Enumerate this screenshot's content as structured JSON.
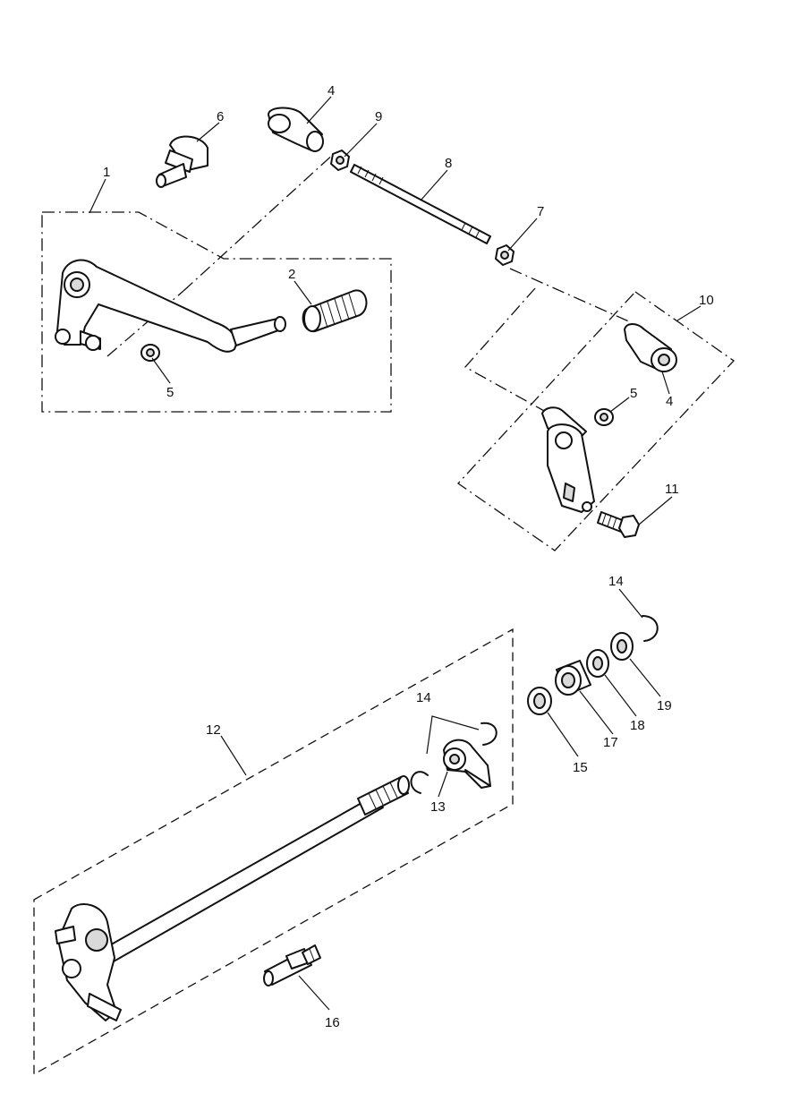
{
  "callouts": {
    "c1": "1",
    "c2": "2",
    "c4a": "4",
    "c4b": "4",
    "c5a": "5",
    "c5b": "5",
    "c6": "6",
    "c7": "7",
    "c8": "8",
    "c9": "9",
    "c10": "10",
    "c11": "11",
    "c12": "12",
    "c13": "13",
    "c14a": "14",
    "c14b": "14",
    "c15": "15",
    "c16": "16",
    "c17": "17",
    "c18": "18",
    "c19": "19"
  }
}
